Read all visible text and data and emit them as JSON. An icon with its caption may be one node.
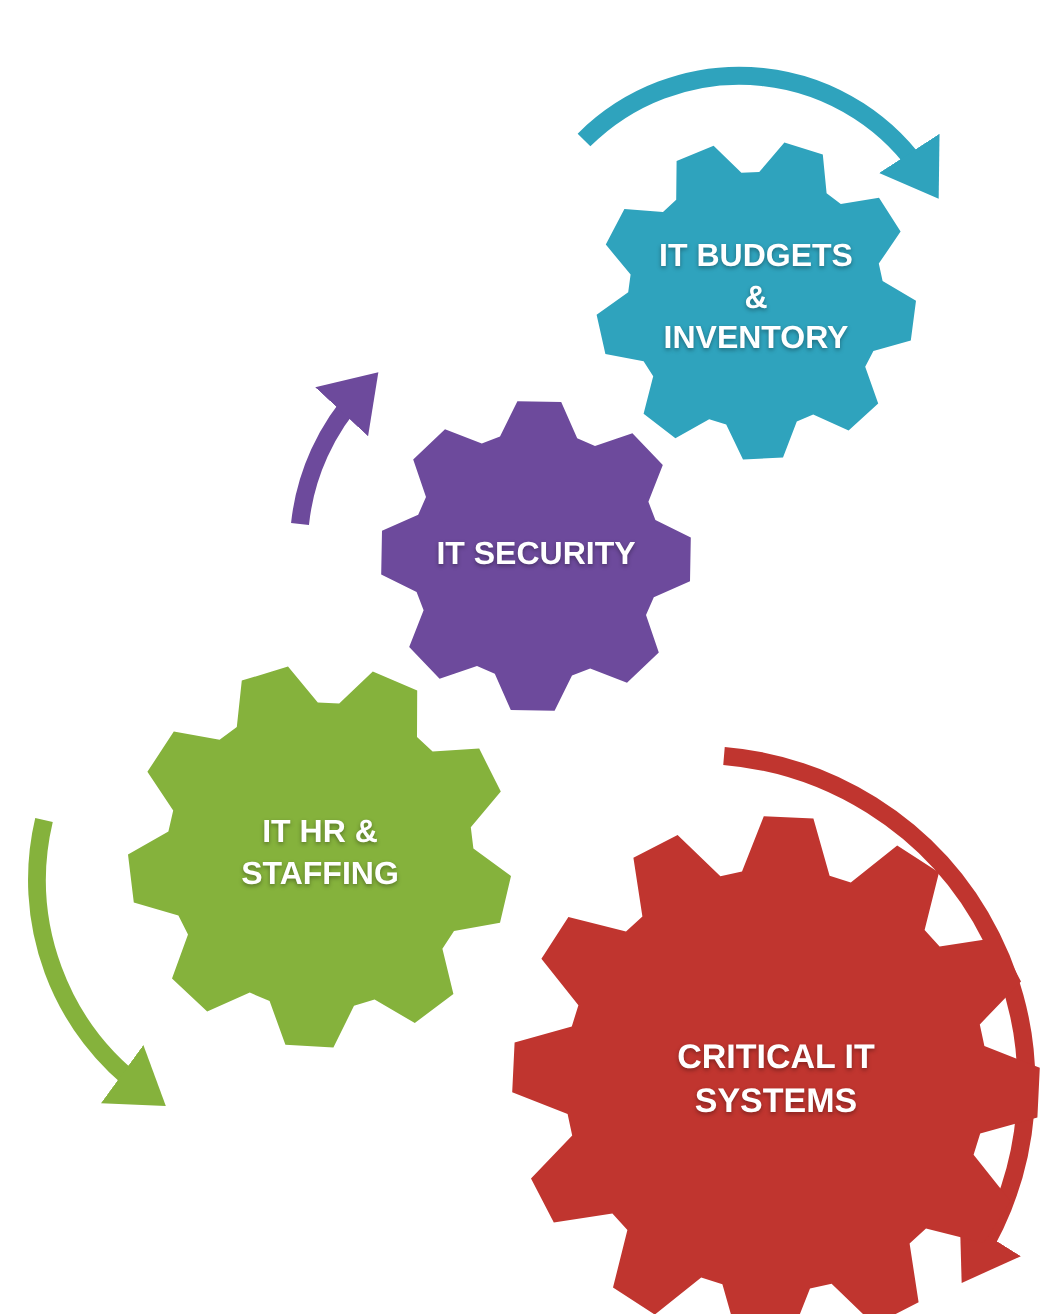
{
  "diagram": {
    "nodes": [
      {
        "text": [
          "IT BUDGETS & INVENTORY"
        ]
      },
      {
        "text": [
          "IT SECURITY"
        ]
      },
      {
        "text": [
          "IT HR & STAFFING"
        ]
      },
      {
        "text": [
          "CRITICAL IT SYSTEMS"
        ]
      }
    ]
  }
}
